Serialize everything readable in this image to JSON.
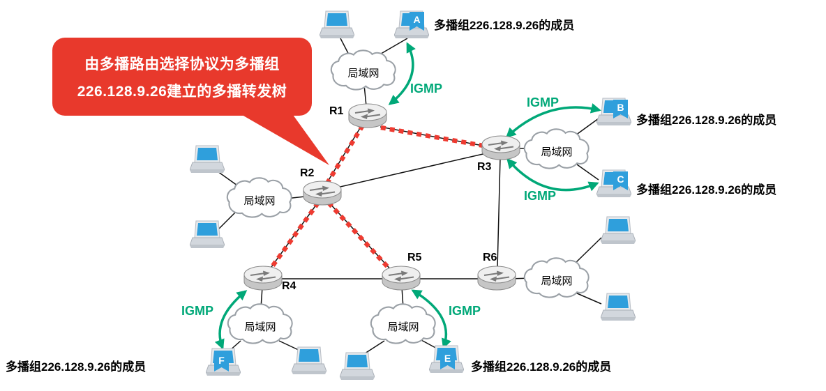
{
  "callout": {
    "line1": "由多播路由选择协议为多播组",
    "line2": "226.128.9.26建立的多播转发树"
  },
  "routers": [
    {
      "label": "R1"
    },
    {
      "label": "R2"
    },
    {
      "label": "R3"
    },
    {
      "label": "R4"
    },
    {
      "label": "R5"
    },
    {
      "label": "R6"
    }
  ],
  "lan_label": "局域网",
  "igmp_label": "IGMP",
  "member_label": "多播组226.128.9.26的成员",
  "hosts": [
    {
      "letter": "A"
    },
    {
      "letter": "B"
    },
    {
      "letter": "C"
    },
    {
      "letter": "E"
    },
    {
      "letter": "F"
    }
  ],
  "colors": {
    "callout_red": "#e8392c",
    "tree_red": "#ee3b31",
    "igmp_green": "#00a878",
    "laptop_blue": "#2f9fdc"
  }
}
